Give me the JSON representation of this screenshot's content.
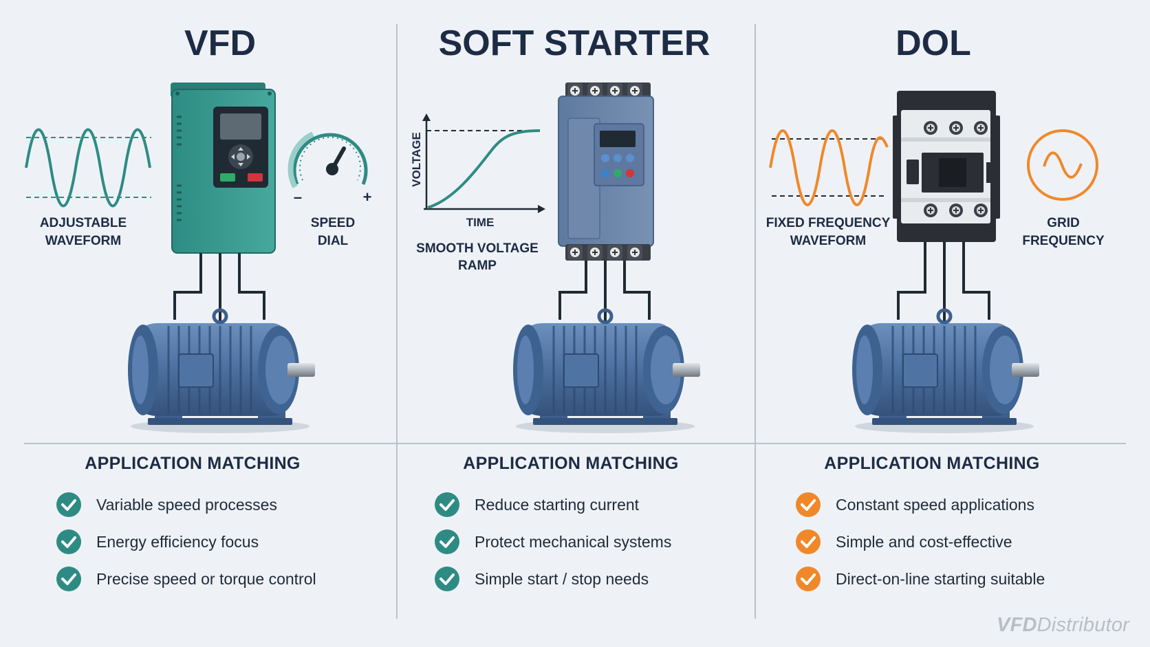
{
  "columns": [
    {
      "title": "VFD",
      "left_label": [
        "ADJUSTABLE",
        "WAVEFORM"
      ],
      "right_label": [
        "SPEED",
        "DIAL"
      ],
      "dial_minus": "–",
      "dial_plus": "+",
      "applications_heading": "APPLICATION MATCHING",
      "applications": [
        "Variable speed processes",
        "Energy efficiency focus",
        "Precise speed or torque control"
      ],
      "check_color": "#2e8b84"
    },
    {
      "title": "SOFT STARTER",
      "graph_ylabel": "VOLTAGE",
      "graph_xlabel": "TIME",
      "graph_caption": [
        "SMOOTH VOLTAGE",
        "RAMP"
      ],
      "applications_heading": "APPLICATION MATCHING",
      "applications": [
        "Reduce starting current",
        "Protect mechanical systems",
        "Simple start / stop needs"
      ],
      "check_color": "#2e8b84"
    },
    {
      "title": "DOL",
      "left_label": [
        "FIXED FREQUENCY",
        "WAVEFORM"
      ],
      "right_label": [
        "GRID",
        "FREQUENCY"
      ],
      "applications_heading": "APPLICATION MATCHING",
      "applications": [
        "Constant speed applications",
        "Simple and cost-effective",
        "Direct-on-line starting suitable"
      ],
      "check_color": "#f0882a"
    }
  ],
  "brand": {
    "part1": "VFD",
    "part2": "Distributor"
  },
  "colors": {
    "teal": "#2e8b84",
    "orange": "#f0882a",
    "navy": "#1d2b44",
    "motor_blue": "#4a6f9e",
    "background": "#eef2f6"
  }
}
